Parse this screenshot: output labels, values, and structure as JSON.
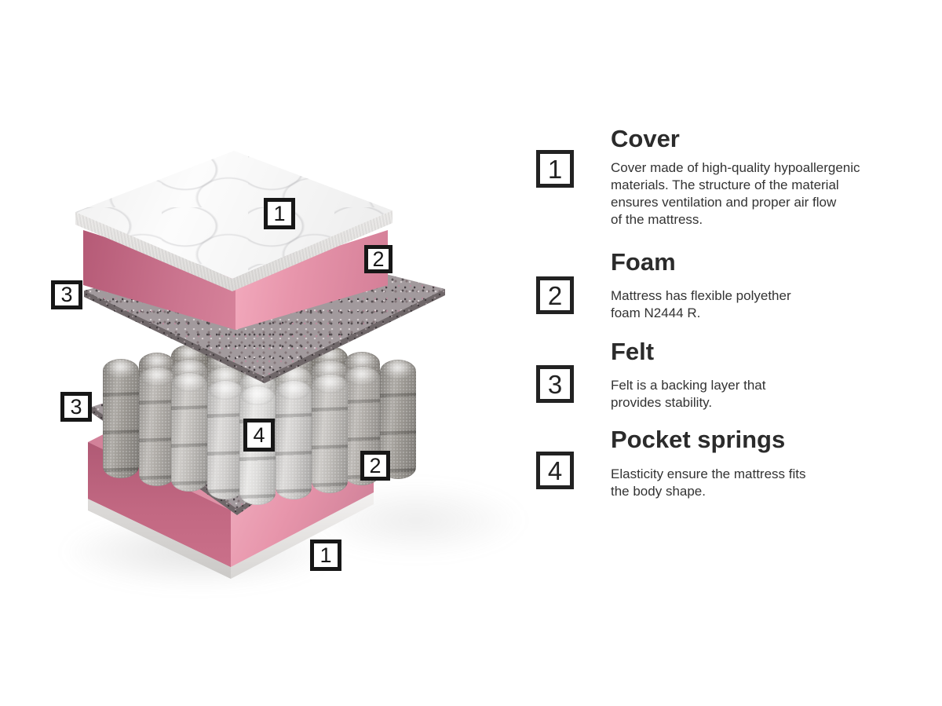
{
  "page": {
    "background": "#ffffff"
  },
  "diagram": {
    "description": "Exploded isometric view of mattress layers",
    "labels": {
      "cover_top": "1",
      "foam_top": "2",
      "felt_top": "3",
      "felt_bottom": "3",
      "springs": "4",
      "foam_bottom": "2",
      "cover_bottom": "1"
    },
    "colors": {
      "pink_foam": "#e795ab",
      "pink_foam_shaded": "#b55a76",
      "felt_speckle": "#a29a9d",
      "spring_back": "#7d7b76",
      "spring_front": "#e3e1dc",
      "cover_white": "#fcfcfc",
      "label_border": "#171717"
    }
  },
  "legend": {
    "items": [
      {
        "number": "1",
        "title": "Cover",
        "description": "Cover made of high-quality hypoallergenic\nmaterials. The structure of the material\nensures ventilation and proper air flow\nof the mattress."
      },
      {
        "number": "2",
        "title": "Foam",
        "description": "Mattress has flexible polyether\nfoam N2444 R."
      },
      {
        "number": "3",
        "title": "Felt",
        "description": "Felt is a backing layer that\nprovides stability."
      },
      {
        "number": "4",
        "title": "Pocket springs",
        "description": "Elasticity ensure the mattress fits\nthe body shape."
      }
    ]
  }
}
